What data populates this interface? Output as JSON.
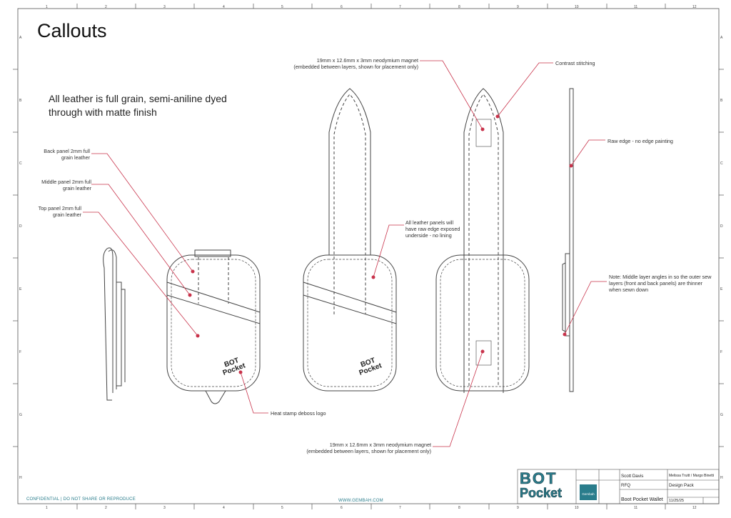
{
  "sheet": {
    "title": "Callouts",
    "material_note": "All leather is full grain, semi-aniline dyed through with matte finish",
    "columns": [
      "1",
      "2",
      "3",
      "4",
      "5",
      "6",
      "7",
      "8",
      "9",
      "10",
      "11",
      "12"
    ],
    "rows": [
      "A",
      "B",
      "C",
      "D",
      "E",
      "F",
      "G",
      "H"
    ]
  },
  "callouts": {
    "back_panel": "Back panel 2mm full grain leather",
    "middle_panel": "Middle panel 2mm full grain leather",
    "top_panel": "Top panel 2mm full grain leather",
    "magnet_top_line1": "19mm x 12.6mm x 3mm neodymium magnet",
    "magnet_top_line2": "(embedded between layers, shown for placement only)",
    "contrast_stitching": "Contrast stitching",
    "raw_edge": "Raw edge - no edge painting",
    "panels_note_line1": "All leather panels will",
    "panels_note_line2": "have raw edge exposed",
    "panels_note_line3": "underside - no lining",
    "middle_layer_line1": "Note: Middle layer angles in so the outer sew",
    "middle_layer_line2": "layers (front and back panels) are thinner",
    "middle_layer_line3": "when sewn down",
    "heat_stamp": "Heat stamp deboss logo",
    "magnet_bottom_line1": "19mm x 12.6mm x 3mm neodymium magnet",
    "magnet_bottom_line2": "(embedded between layers, shown for placement only)"
  },
  "footer": {
    "confidential": "CONFIDENTIAL | DO NOT SHARE OR REPRODUCE",
    "website": "WWW.GEMBAH.COM"
  },
  "title_block": {
    "brand_line1": "BOT",
    "brand_line2": "Pocket",
    "gembah": "Gembah",
    "prepared_by": "Scott Davis",
    "client": "Melissa Truitt / Margo Binetti",
    "stage": "RFQ",
    "document": "Design Pack",
    "product": "Boot Pocket Wallet",
    "date": "11/25/25"
  },
  "colors": {
    "accent": "#c8324a",
    "brand_teal": "#2a7d8c",
    "line": "#333333"
  }
}
